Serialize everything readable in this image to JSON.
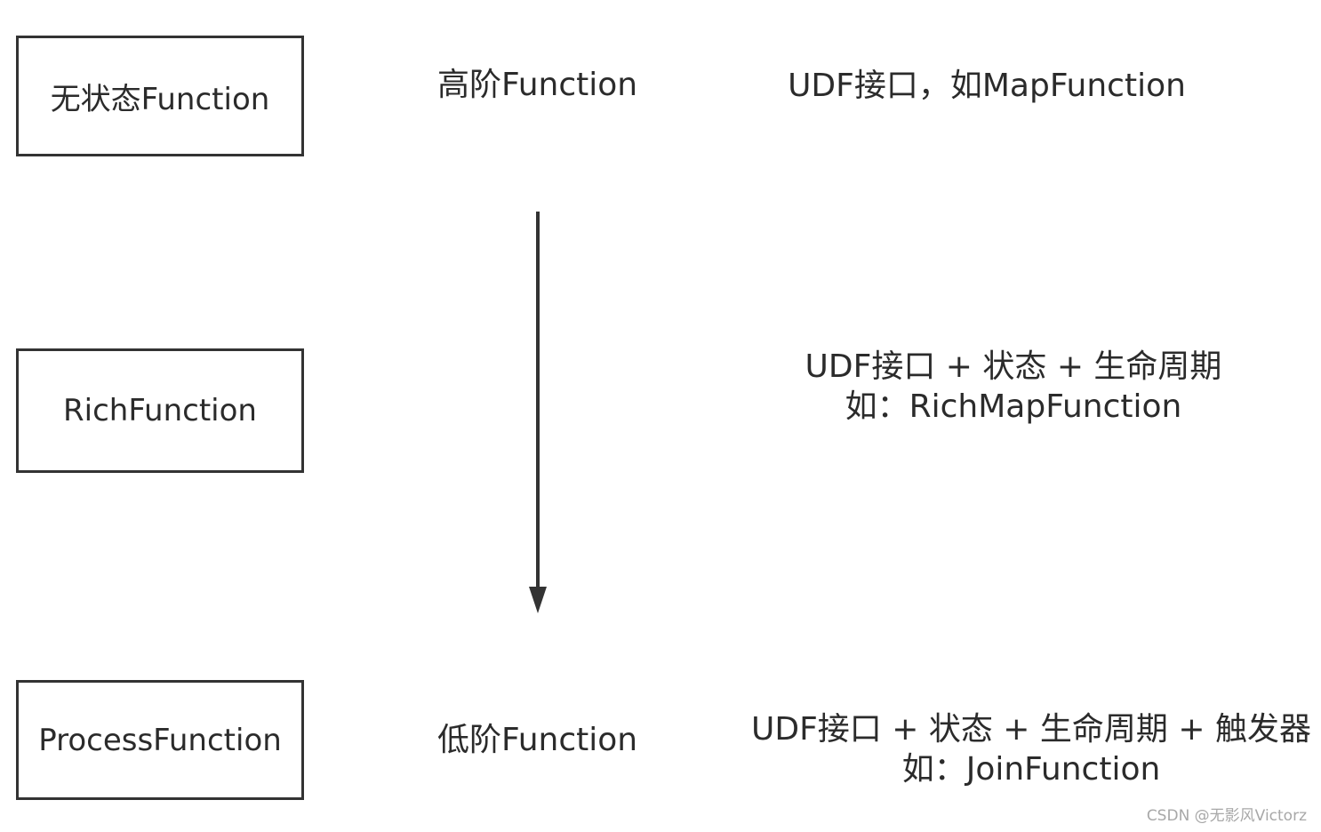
{
  "boxes": {
    "stateless": "无状态Function",
    "rich": "RichFunction",
    "process": "ProcessFunction"
  },
  "levels": {
    "high": "高阶Function",
    "low": "低阶Function"
  },
  "descriptions": {
    "stateless": "UDF接口，如MapFunction",
    "rich_line1": "UDF接口 + 状态 + 生命周期",
    "rich_line2": "如：RichMapFunction",
    "process_line1": "UDF接口 + 状态 + 生命周期 + 触发器",
    "process_line2": "如：JoinFunction"
  },
  "watermark": "CSDN @无影风Victorz",
  "colors": {
    "stroke": "#333333",
    "text": "#2b2b2b",
    "watermark": "#a8a8a8"
  }
}
